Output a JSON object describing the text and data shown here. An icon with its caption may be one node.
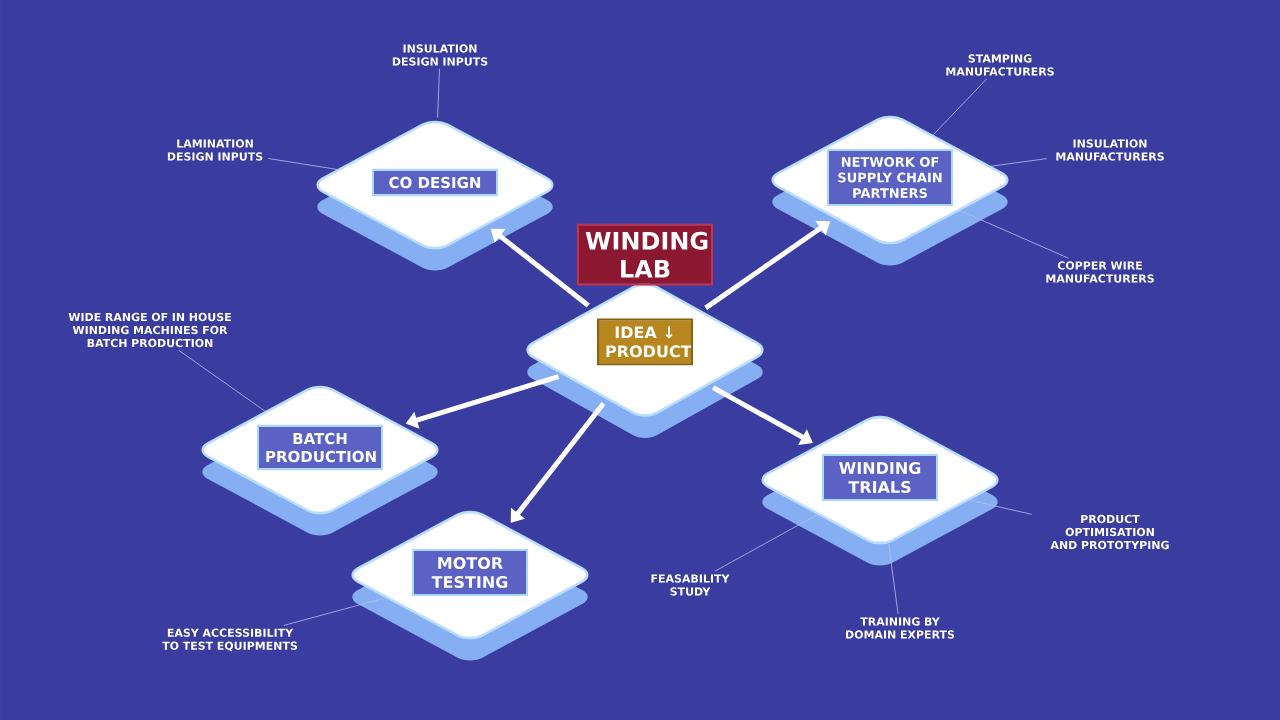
{
  "diagram": {
    "nodes": [
      {
        "text": [
          "WINDING LAB",
          "IDEA ↓ PRODUCT"
        ]
      },
      {
        "text": [
          "CO DESIGN"
        ]
      },
      {
        "text": [
          "NETWORK OF SUPPLY CHAIN PARTNERS"
        ]
      },
      {
        "text": [
          "BATCH PRODUCTION"
        ]
      },
      {
        "text": [
          "MOTOR TESTING"
        ]
      },
      {
        "text": [
          "WINDING TRIALS"
        ]
      },
      {
        "text": [
          "INSULATION DESIGN INPUTS"
        ]
      },
      {
        "text": [
          "LAMINATION DESIGN INPUTS"
        ]
      },
      {
        "text": [
          "STAMPING MANUFACTURERS"
        ]
      },
      {
        "text": [
          "INSULATION MANUFACTURERS"
        ]
      },
      {
        "text": [
          "COPPER WIRE MANUFACTURERS"
        ]
      },
      {
        "text": [
          "WIDE RANGE OF IN HOUSE WINDING MACHINES FOR BATCH PRODUCTION"
        ]
      },
      {
        "text": [
          "EASY ACCESSIBILITY TO TEST EQUIPMENTS"
        ]
      },
      {
        "text": [
          "FEASABILITY STUDY"
        ]
      },
      {
        "text": [
          "TRAINING BY DOMAIN EXPERTS"
        ]
      },
      {
        "text": [
          "PRODUCT OPTIMISATION AND PROTOTYPING"
        ]
      }
    ],
    "edges": [
      {
        "from": 0,
        "to": 1,
        "arrow": "to",
        "style": "thick",
        "color": "#ffffff"
      },
      {
        "from": 0,
        "to": 2,
        "arrow": "to",
        "style": "thick",
        "color": "#ffffff"
      },
      {
        "from": 0,
        "to": 3,
        "arrow": "to",
        "style": "thick",
        "color": "#ffffff"
      },
      {
        "from": 0,
        "to": 4,
        "arrow": "to",
        "style": "thick",
        "color": "#ffffff"
      },
      {
        "from": 0,
        "to": 5,
        "arrow": "to",
        "style": "thick",
        "color": "#ffffff"
      },
      {
        "from": 6,
        "to": 1,
        "arrow": "none"
      },
      {
        "from": 7,
        "to": 1,
        "arrow": "none"
      },
      {
        "from": 8,
        "to": 2,
        "arrow": "none"
      },
      {
        "from": 9,
        "to": 2,
        "arrow": "none"
      },
      {
        "from": 10,
        "to": 2,
        "arrow": "none"
      },
      {
        "from": 11,
        "to": 3,
        "arrow": "none"
      },
      {
        "from": 12,
        "to": 4,
        "arrow": "none"
      },
      {
        "from": 13,
        "to": 5,
        "arrow": "none"
      },
      {
        "from": 14,
        "to": 5,
        "arrow": "none"
      },
      {
        "from": 15,
        "to": 5,
        "arrow": "none"
      }
    ]
  }
}
